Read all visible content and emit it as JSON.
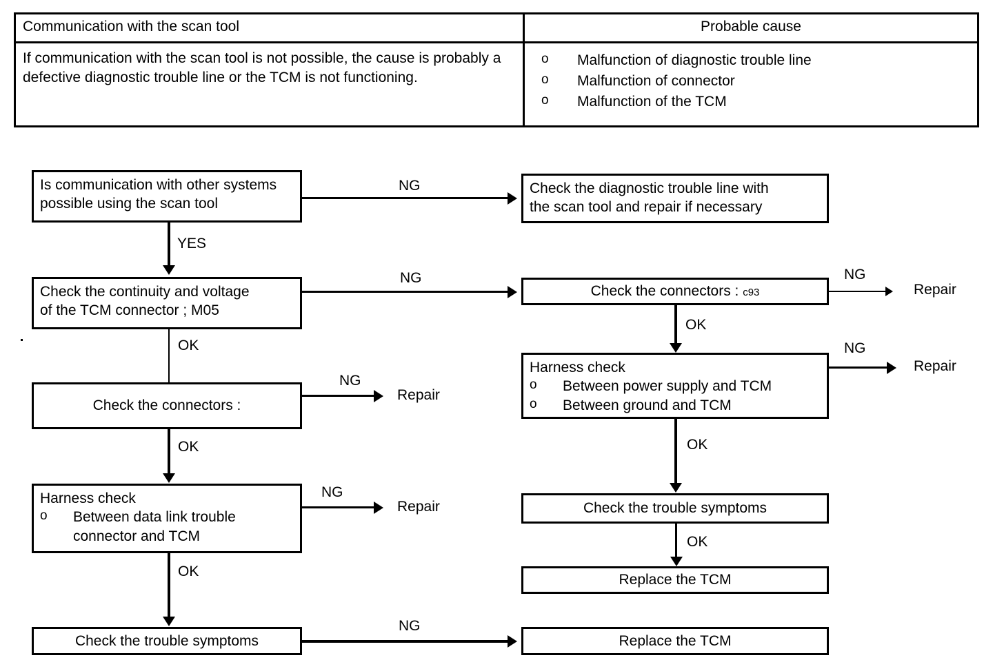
{
  "table": {
    "headers": [
      "Communication with the scan tool",
      "Probable cause"
    ],
    "description_lines": [
      "If communication with the scan tool is not possible, the cause",
      "is probably a defective diagnostic trouble line or the TCM is",
      "not functioning."
    ],
    "bullet": "o",
    "causes": [
      "Malfunction of diagnostic trouble line",
      "Malfunction of connector",
      "Malfunction of the TCM"
    ]
  },
  "flow": {
    "boxes": {
      "b1": {
        "line1": "Is communication with other systems",
        "line2": "possible using the scan tool"
      },
      "b2": {
        "line1": "Check the diagnostic trouble line with",
        "line2": "the scan tool and repair if necessary"
      },
      "b3": {
        "line1": "Check the continuity and voltage",
        "line2": "of the TCM connector ; M05"
      },
      "b4": {
        "label": "Check the connectors : ",
        "code": "c93"
      },
      "b5": {
        "label": "Check the connectors :"
      },
      "b6": {
        "title": "Harness check",
        "bullet": "o",
        "items": [
          "Between power supply and TCM",
          "Between ground and TCM"
        ]
      },
      "b7": {
        "title": "Harness check",
        "bullet": "o",
        "item_line1": "Between data link trouble",
        "item_line2": "connector and TCM"
      },
      "b8": {
        "label": "Check the trouble symptoms"
      },
      "b9": {
        "label": "Replace the TCM"
      },
      "b10": {
        "label": "Check the trouble symptoms"
      },
      "b11": {
        "label": "Replace the TCM"
      }
    },
    "labels": {
      "ng": "NG",
      "ok": "OK",
      "yes": "YES",
      "repair": "Repair"
    }
  }
}
